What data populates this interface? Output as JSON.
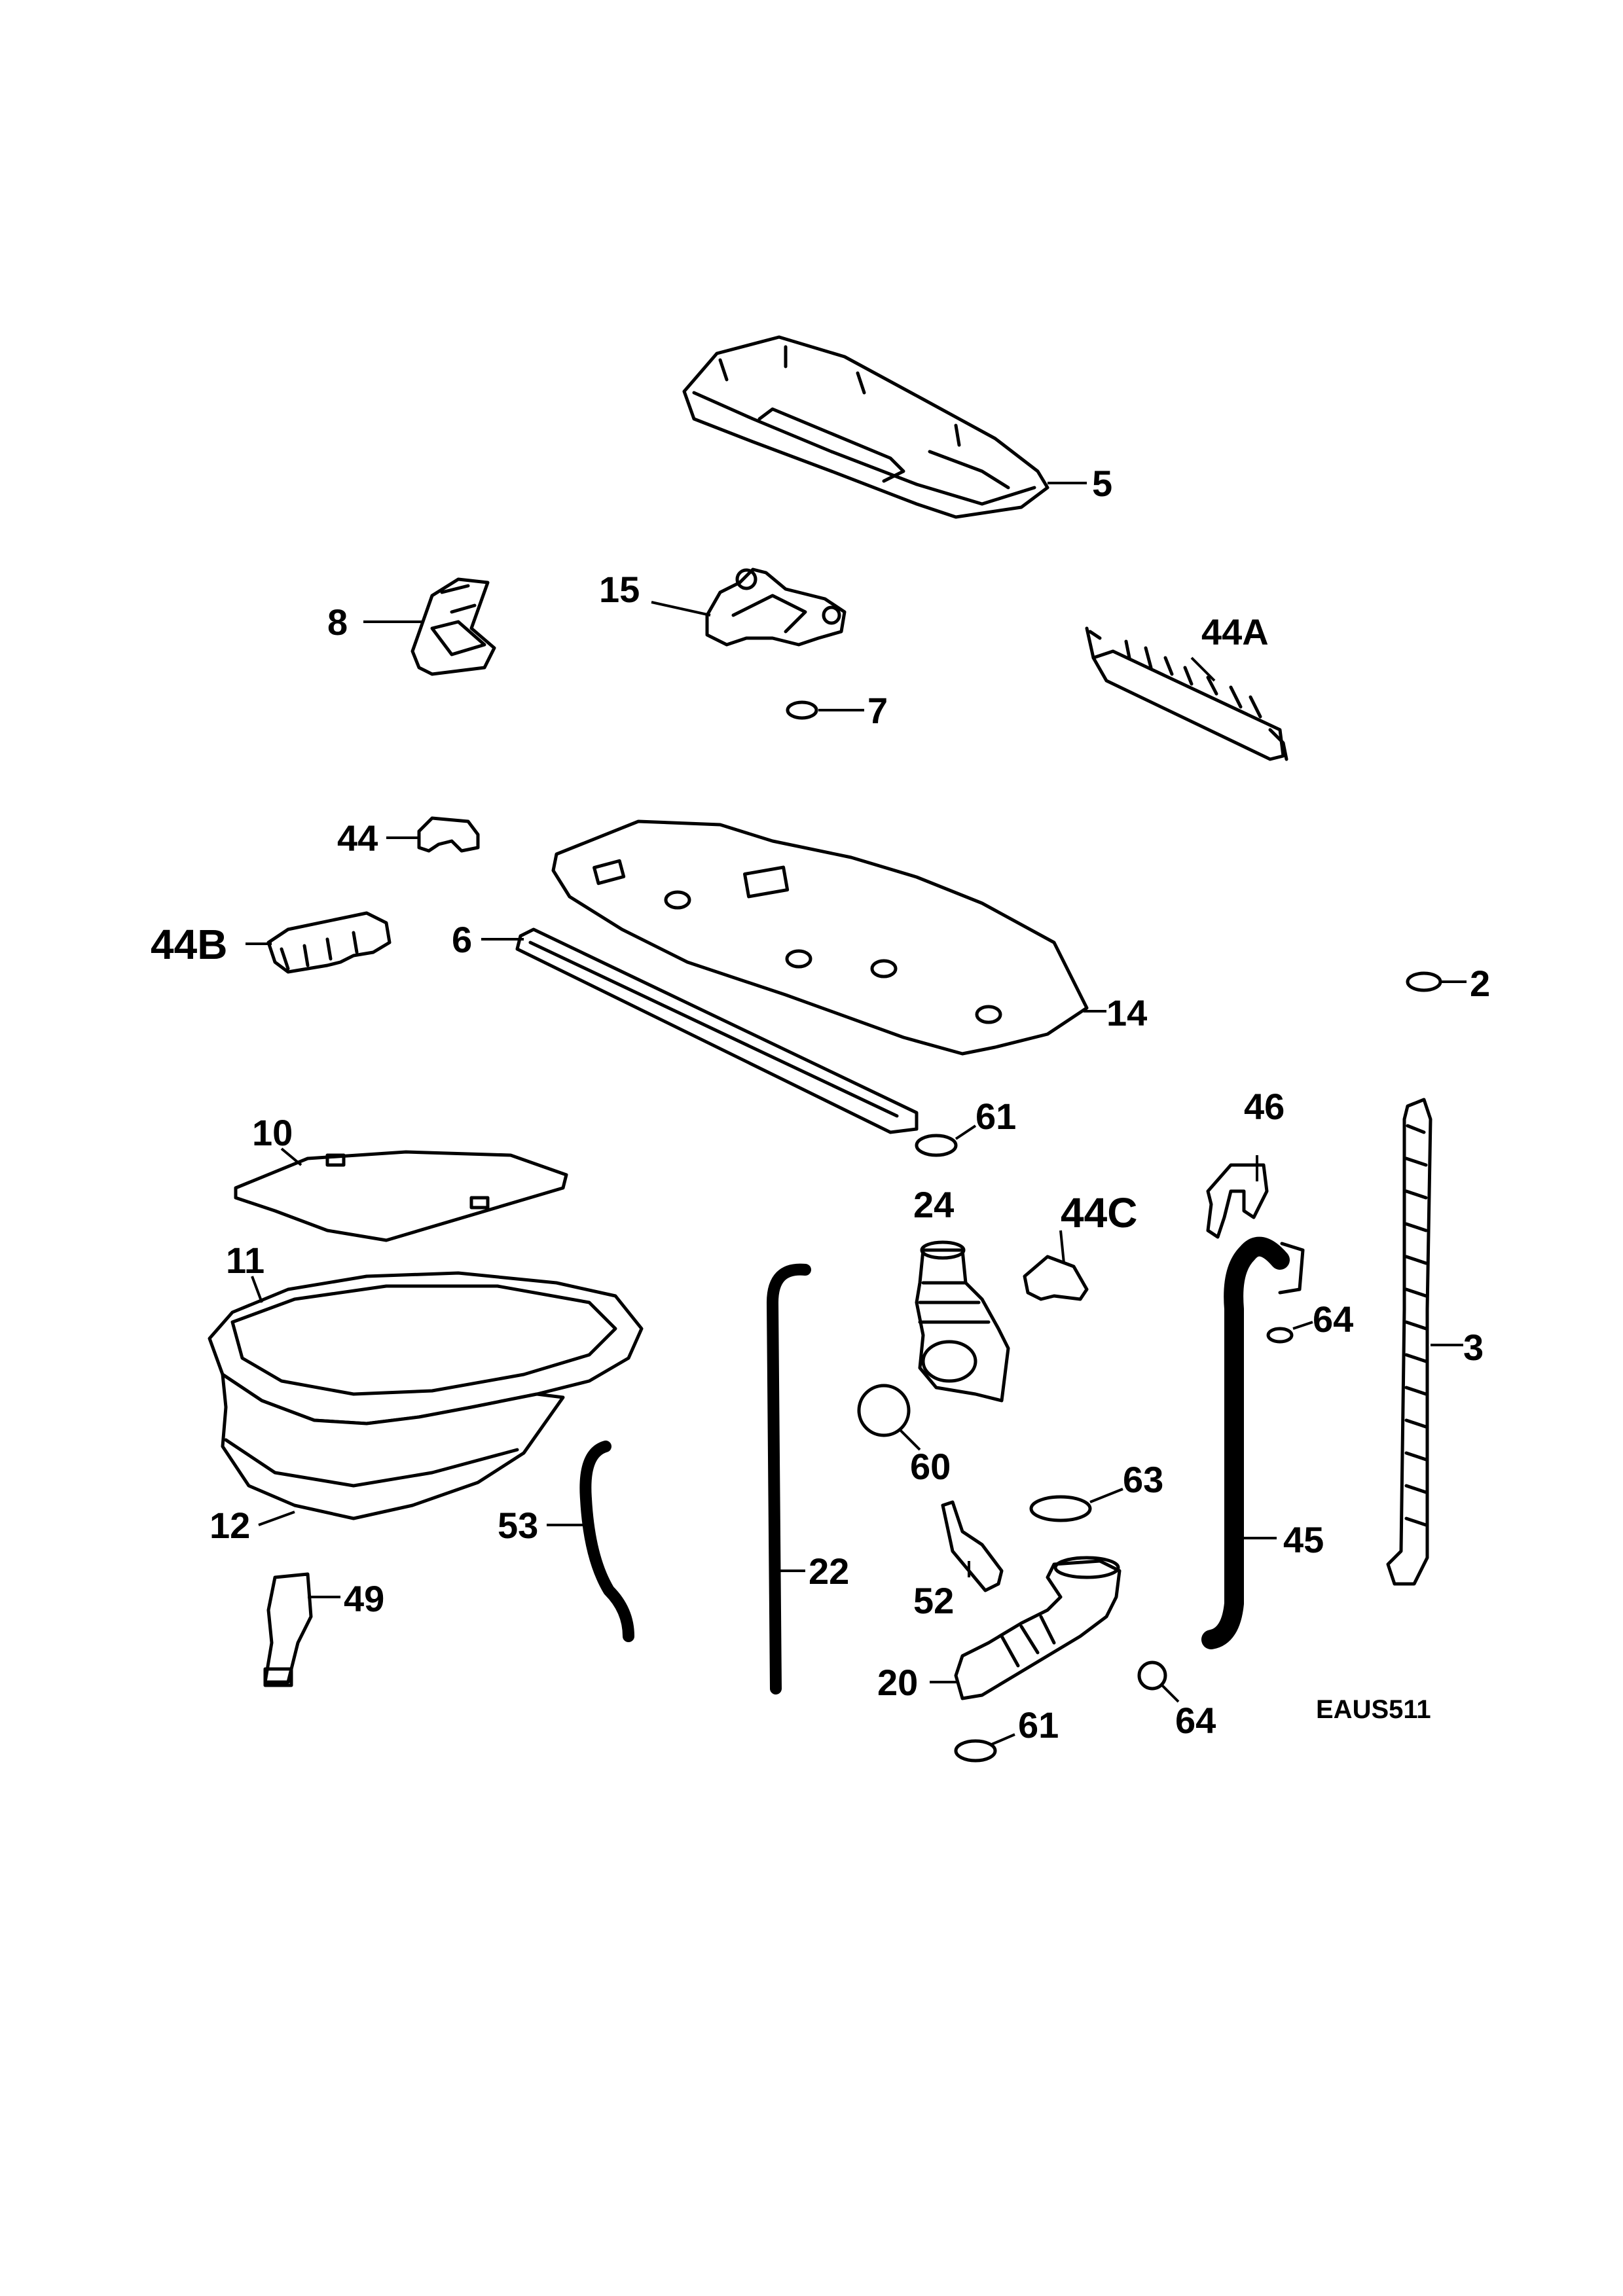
{
  "callouts": {
    "p5": "5",
    "p15": "15",
    "p8": "8",
    "p44a": "44A",
    "p7": "7",
    "p44": "44",
    "p44b": "44B",
    "p6": "6",
    "p14": "14",
    "p2": "2",
    "p61_top": "61",
    "p46": "46",
    "p10": "10",
    "p24": "24",
    "p44c": "44C",
    "p11": "11",
    "p64_top": "64",
    "p3": "3",
    "p60": "60",
    "p63": "63",
    "p12": "12",
    "p53": "53",
    "p45": "45",
    "p52": "52",
    "p22": "22",
    "p49": "49",
    "p20": "20",
    "p64_bottom": "64",
    "p61_bottom": "61"
  },
  "diagram_code": "EAUS511"
}
